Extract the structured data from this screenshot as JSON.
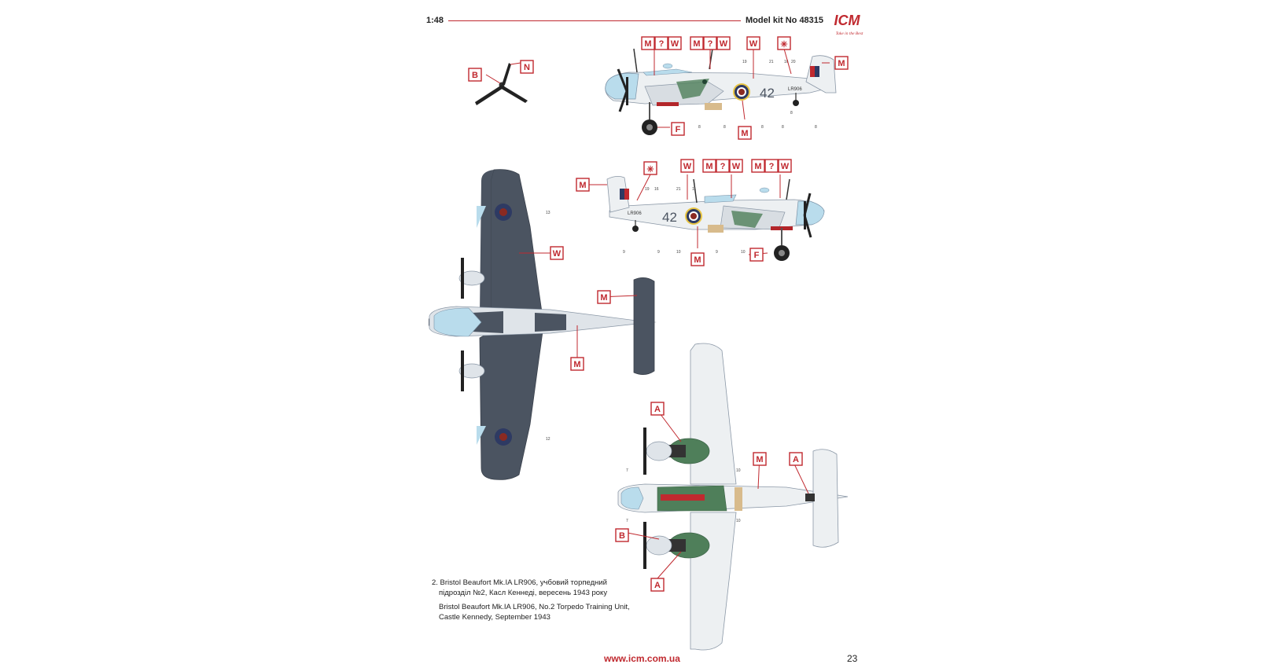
{
  "header": {
    "scale": "1:48",
    "kit": "Model kit No 48315",
    "logo_text": "ICM",
    "logo_tagline": "Take in the Best"
  },
  "caption": {
    "line1": "2. Bristol Beaufort Mk.IA LR906, учбовий торпедний",
    "line2": "підрозділ  №2, Касл Кеннеді, вересень 1943 року",
    "line3": "Bristol Beaufort Mk.IA LR906, No.2 Torpedo Training Unit,",
    "line4": "Castle Kennedy, September 1943"
  },
  "footer": {
    "url": "www.icm.com.ua",
    "page": "23"
  },
  "aircraft": {
    "code": "42",
    "serial": "LR906"
  },
  "markers": {
    "m": "M",
    "w": "W",
    "q": "?",
    "n": "N",
    "b": "B",
    "f": "F",
    "a": "A",
    "star": "✳"
  },
  "stencils": {
    "side_top": [
      "19",
      "21",
      "16",
      "20",
      "8",
      "8",
      "8",
      "8",
      "8",
      "8"
    ],
    "side_bottom": [
      "19",
      "16",
      "21",
      "11",
      "9",
      "9",
      "10",
      "9",
      "10"
    ],
    "plan": [
      "13",
      "12",
      "10",
      "10",
      "7",
      "7"
    ]
  },
  "colors": {
    "accent": "#c0292f",
    "dark_sea_grey": "#4b5461",
    "sky_white": "#edf0f2",
    "canopy": "#b9dcec",
    "roundel_blue": "#2e3a63",
    "roundel_red": "#8b2a22",
    "interior_green": "#4f7f5a"
  }
}
